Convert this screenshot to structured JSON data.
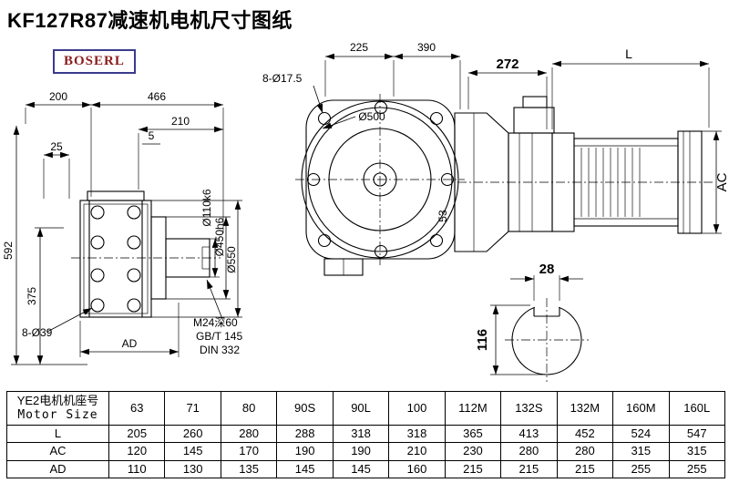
{
  "title": "KF127R87减速机电机尺寸图纸",
  "logo": "BOSERL",
  "colors": {
    "ink": "#000000",
    "logo_text": "#8b1c1c",
    "logo_border": "#3a3a8c",
    "background": "#ffffff"
  },
  "front_view": {
    "dim_200": "200",
    "dim_466": "466",
    "dim_210": "210",
    "dim_5": "5",
    "dim_25": "25",
    "dim_592": "592",
    "dim_375": "375",
    "holes_label": "8-Ø39",
    "dim_ad": "AD",
    "shaft_dia": "Ø110k6",
    "flange_dia": "Ø450h6",
    "housing_dia": "Ø550",
    "tap_note": "M24深60",
    "std_gb": "GB/T 145",
    "std_din": "DIN 332"
  },
  "side_view": {
    "dim_225": "225",
    "dim_390": "390",
    "holes_label": "8-Ø17.5",
    "face_dia": "Ø500",
    "dim_272": "272",
    "dim_L": "L",
    "dim_AC": "AC",
    "dim_53": "53"
  },
  "shaft_view": {
    "dim_28": "28",
    "dim_116": "116"
  },
  "table": {
    "header_cn": "YE2电机机座号",
    "header_en": "Motor Size",
    "sizes": [
      "63",
      "71",
      "80",
      "90S",
      "90L",
      "100",
      "112M",
      "132S",
      "132M",
      "160M",
      "160L"
    ],
    "rows": [
      {
        "label": "L",
        "values": [
          "205",
          "260",
          "280",
          "288",
          "318",
          "318",
          "365",
          "413",
          "452",
          "524",
          "547"
        ]
      },
      {
        "label": "AC",
        "values": [
          "120",
          "145",
          "170",
          "190",
          "190",
          "210",
          "230",
          "280",
          "280",
          "315",
          "315"
        ]
      },
      {
        "label": "AD",
        "values": [
          "110",
          "130",
          "135",
          "145",
          "145",
          "160",
          "215",
          "215",
          "215",
          "255",
          "255"
        ]
      }
    ]
  }
}
